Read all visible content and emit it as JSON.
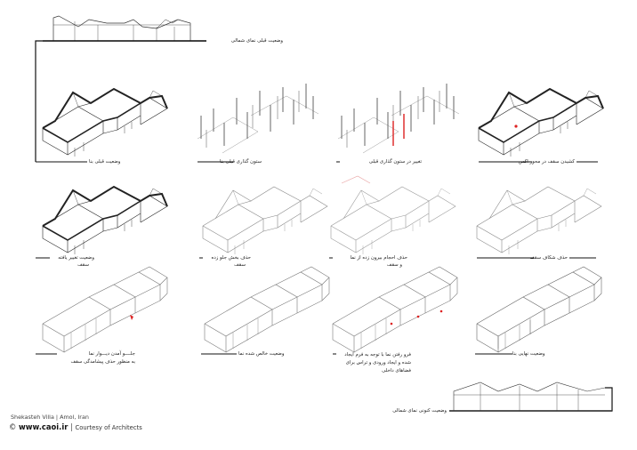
{
  "labels": {
    "north_before": "وضعیت قبلی نمای شمالی",
    "r1_1": "وضعیت قبلی بنا",
    "r1_2": "ستون گذاری قبلی بنا",
    "r1_3": "تغییر در ستون گذاری قبلی",
    "r1_4": "کشیدن سقف در محور اکس",
    "r2_1_a": "وضعیت تغییر یافته",
    "r2_1_b": "سقف",
    "r2_2_a": "حذف بخش جلو زده",
    "r2_2_b": "سقف",
    "r2_3_a": "حذف احجام بیرون زده از نما",
    "r2_3_b": "و سقف",
    "r2_4": "حذف شکاف سقف",
    "r3_1_a": "جلــــو آمدن دیـــوار نما",
    "r3_1_b": "به منظور حذف پیشامدگی سقف",
    "r3_2": "وضعیت خالص شده نما",
    "r3_3": "فرو رفتن نما با توجه به فرم ایجاد شده و ایجاد ورودی و تراس برای فضاهای داخلی",
    "r3_4": "وضعیت نهایی بنا",
    "north_after": "وضعیت کنونی نمای شمالی"
  },
  "credits": {
    "project": "Shekasteh Villa | Amol, Iran",
    "copyright": "©",
    "site": "www.caoi.ir",
    "separator": "|",
    "courtesy": "Courtesy of Architects"
  }
}
